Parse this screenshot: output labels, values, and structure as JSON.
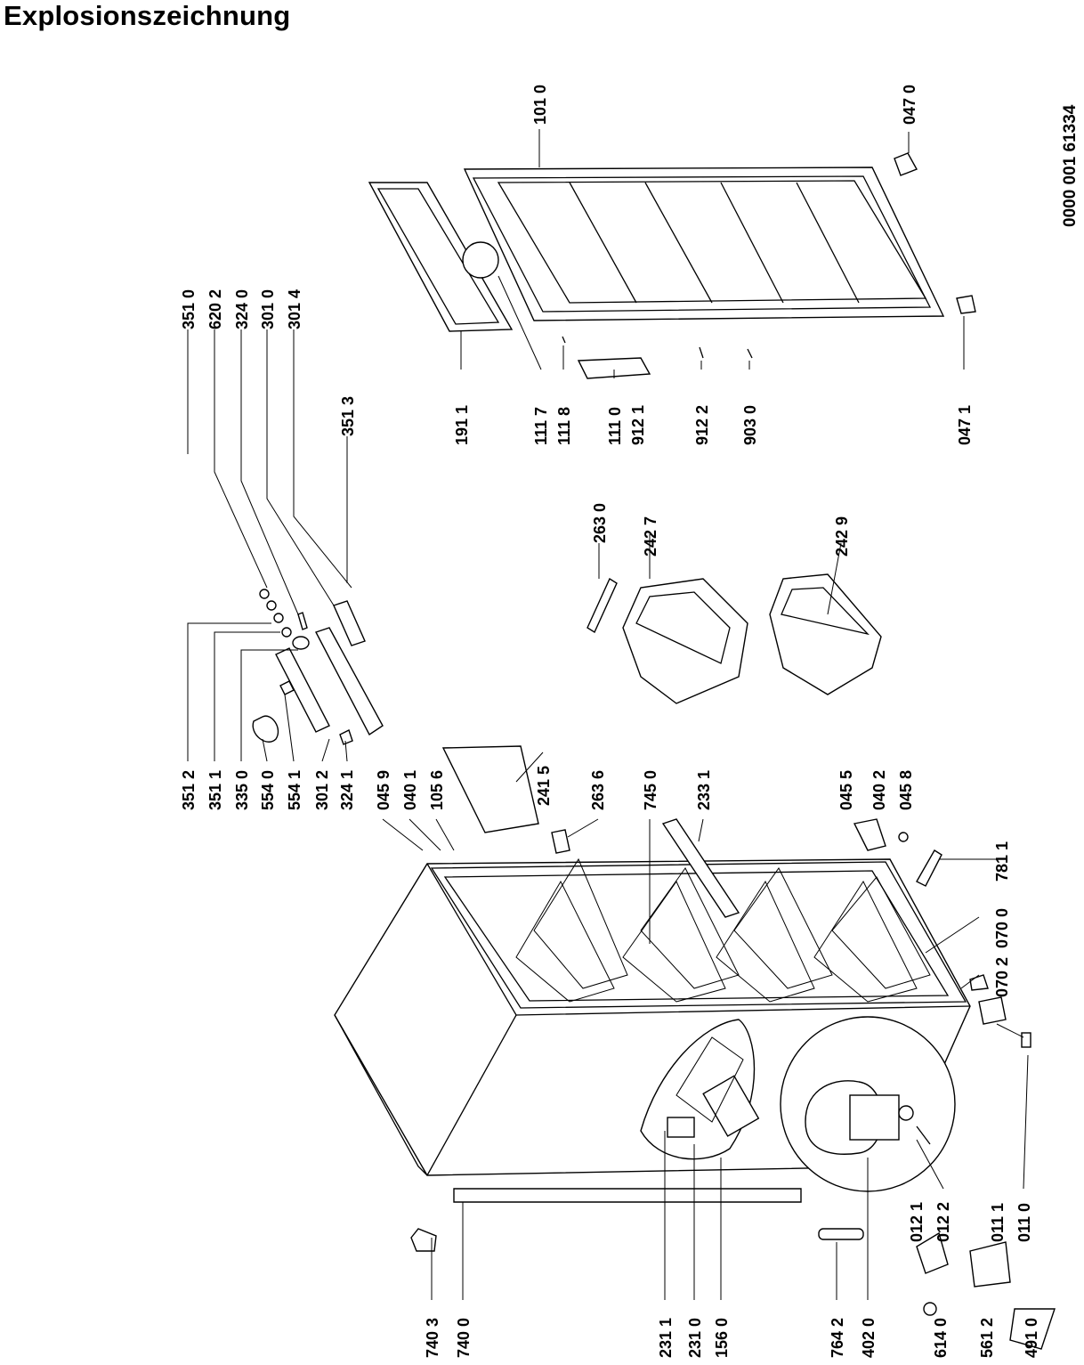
{
  "title": "Explosionszeichnung",
  "doc_number": "0000 001 61334",
  "labels": [
    {
      "id": "lbl-3512",
      "text": "351 2"
    },
    {
      "id": "lbl-3511",
      "text": "351 1"
    },
    {
      "id": "lbl-3350",
      "text": "335 0"
    },
    {
      "id": "lbl-5540",
      "text": "554 0"
    },
    {
      "id": "lbl-5541",
      "text": "554 1"
    },
    {
      "id": "lbl-3012",
      "text": "301 2"
    },
    {
      "id": "lbl-3241",
      "text": "324 1"
    },
    {
      "id": "lbl-0459",
      "text": "045 9"
    },
    {
      "id": "lbl-0401",
      "text": "040 1"
    },
    {
      "id": "lbl-1056",
      "text": "105 6"
    },
    {
      "id": "lbl-2415",
      "text": "241 5"
    },
    {
      "id": "lbl-2636",
      "text": "263 6"
    },
    {
      "id": "lbl-7450",
      "text": "745 0"
    },
    {
      "id": "lbl-2331",
      "text": "233 1"
    },
    {
      "id": "lbl-0455",
      "text": "045 5"
    },
    {
      "id": "lbl-0402",
      "text": "040 2"
    },
    {
      "id": "lbl-0458",
      "text": "045 8"
    },
    {
      "id": "lbl-7811",
      "text": "781 1"
    },
    {
      "id": "lbl-0700",
      "text": "070 0"
    },
    {
      "id": "lbl-0702",
      "text": "070 2"
    },
    {
      "id": "lbl-0111",
      "text": "011 1"
    },
    {
      "id": "lbl-0110",
      "text": "011 0"
    },
    {
      "id": "lbl-0121",
      "text": "012 1"
    },
    {
      "id": "lbl-0122",
      "text": "012 2"
    },
    {
      "id": "lbl-7403",
      "text": "740 3"
    },
    {
      "id": "lbl-7400",
      "text": "740 0"
    },
    {
      "id": "lbl-2311",
      "text": "231 1"
    },
    {
      "id": "lbl-2310",
      "text": "231 0"
    },
    {
      "id": "lbl-1560",
      "text": "156 0"
    },
    {
      "id": "lbl-7642",
      "text": "764 2"
    },
    {
      "id": "lbl-4020",
      "text": "402 0"
    },
    {
      "id": "lbl-6140",
      "text": "614 0"
    },
    {
      "id": "lbl-5612",
      "text": "561 2"
    },
    {
      "id": "lbl-4910",
      "text": "491 0"
    },
    {
      "id": "lbl-3510",
      "text": "351 0"
    },
    {
      "id": "lbl-6202",
      "text": "620 2"
    },
    {
      "id": "lbl-3240",
      "text": "324 0"
    },
    {
      "id": "lbl-3010",
      "text": "301 0"
    },
    {
      "id": "lbl-3014",
      "text": "301 4"
    },
    {
      "id": "lbl-3513",
      "text": "351 3"
    },
    {
      "id": "lbl-2630",
      "text": "263 0"
    },
    {
      "id": "lbl-2427",
      "text": "242 7"
    },
    {
      "id": "lbl-2429",
      "text": "242 9"
    },
    {
      "id": "lbl-1911",
      "text": "191 1"
    },
    {
      "id": "lbl-1117",
      "text": "111 7"
    },
    {
      "id": "lbl-1118",
      "text": "111 8"
    },
    {
      "id": "lbl-1110",
      "text": "111 0"
    },
    {
      "id": "lbl-9121",
      "text": "912 1"
    },
    {
      "id": "lbl-9122",
      "text": "912 2"
    },
    {
      "id": "lbl-9030",
      "text": "903 0"
    },
    {
      "id": "lbl-0471",
      "text": "047 1"
    },
    {
      "id": "lbl-1010",
      "text": "101 0"
    },
    {
      "id": "lbl-0470",
      "text": "047 0"
    }
  ]
}
